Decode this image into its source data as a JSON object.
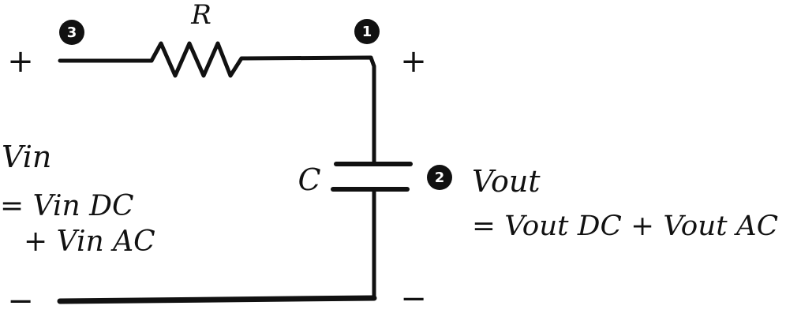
{
  "components": {
    "resistor_label": "R",
    "capacitor_label": "C"
  },
  "nodes": {
    "node_1": "1",
    "node_2": "2",
    "node_3": "3"
  },
  "polarity": {
    "input_plus": "+",
    "input_minus": "−",
    "output_plus": "+",
    "output_minus": "−"
  },
  "input": {
    "name": "Vin",
    "eq_line1": "= Vin DC",
    "eq_line2": "+ Vin AC"
  },
  "output": {
    "name": "Vout",
    "equation": "= Vout DC + Vout AC"
  }
}
